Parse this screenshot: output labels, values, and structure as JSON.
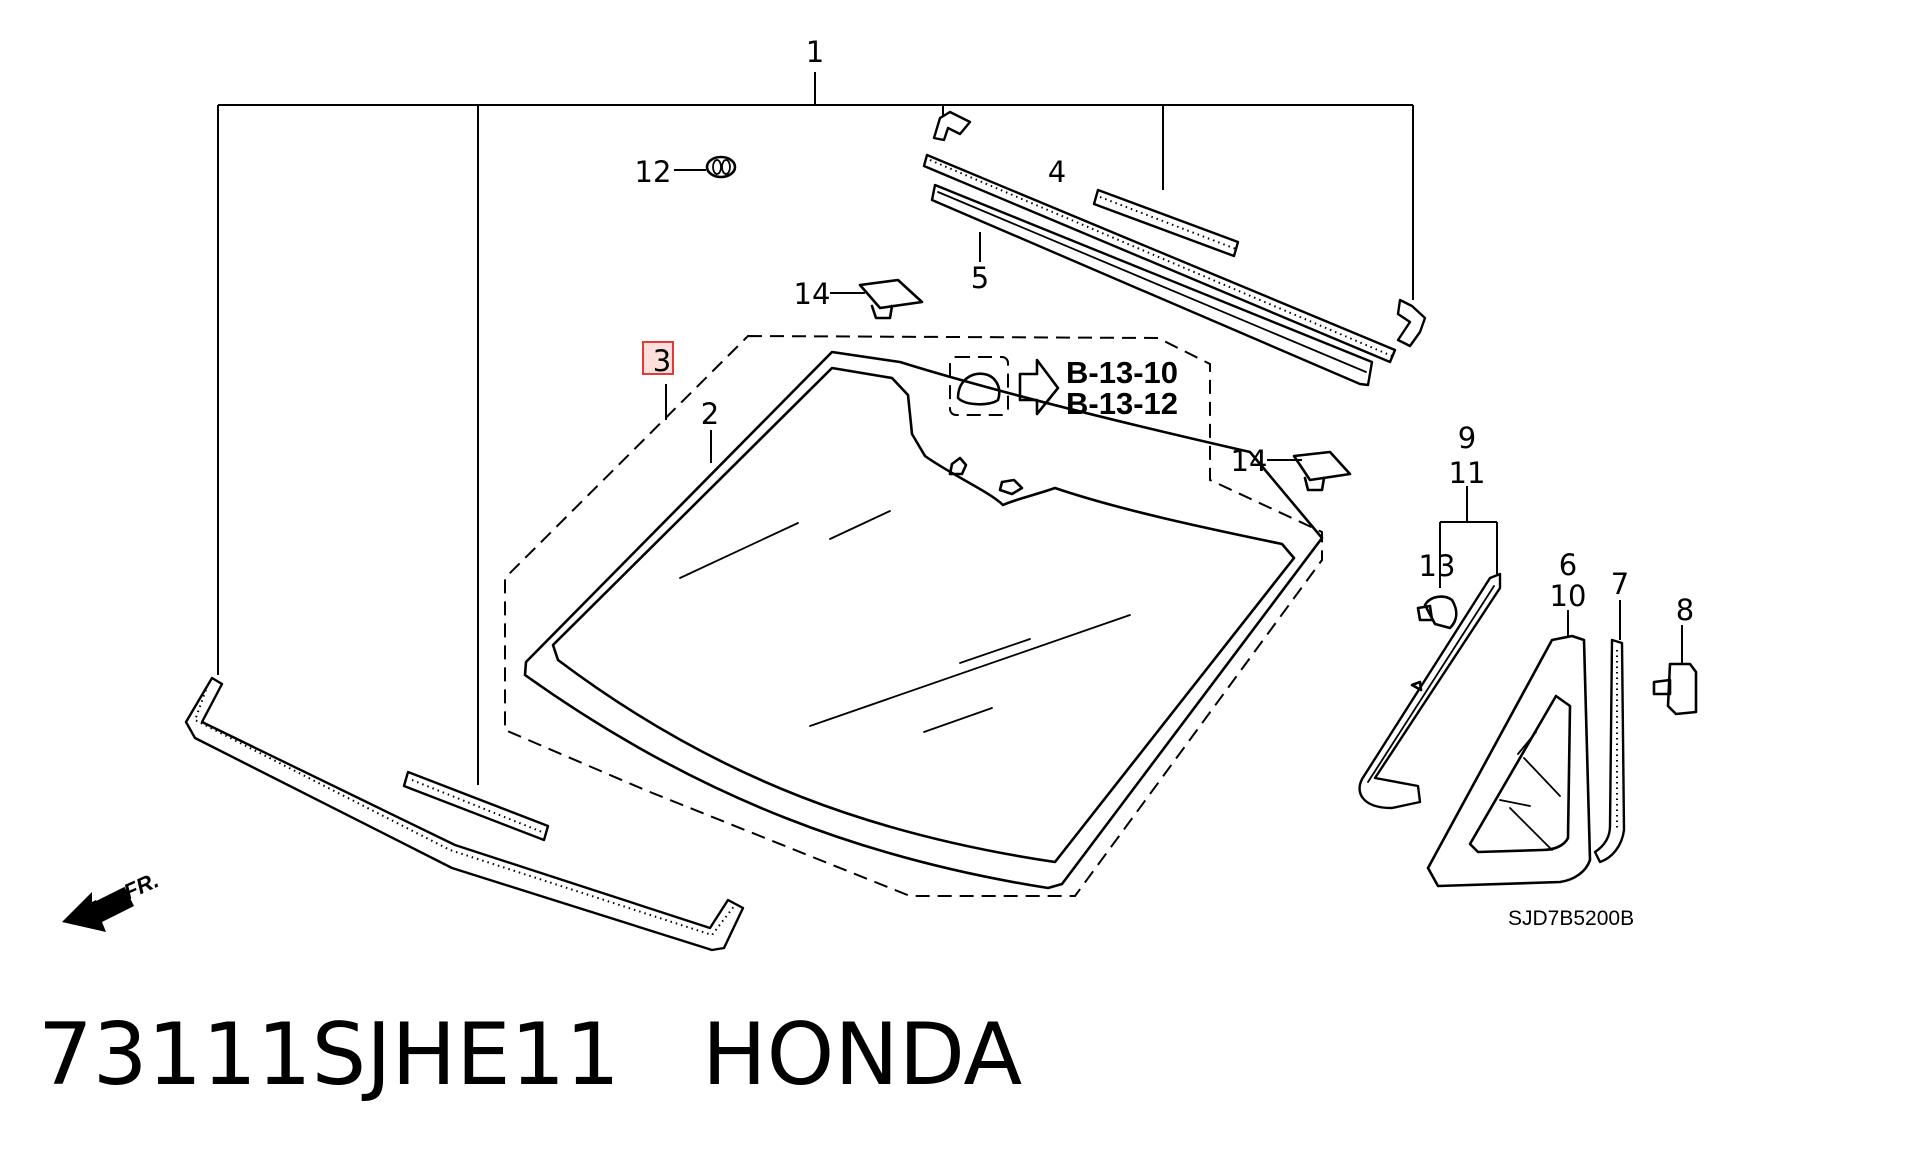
{
  "callouts": {
    "c1": "1",
    "c2": "2",
    "c3": "3",
    "c4": "4",
    "c5": "5",
    "c6": "6",
    "c7": "7",
    "c8": "8",
    "c9": "9",
    "c10": "10",
    "c11": "11",
    "c12": "12",
    "c13": "13",
    "c14a": "14",
    "c14b": "14"
  },
  "references": {
    "ref1": "B-13-10",
    "ref2": "B-13-12"
  },
  "direction_label": "FR.",
  "diagram_code": "SJD7B5200B",
  "caption": {
    "part_number": "73111SJHE11",
    "brand": "HONDA"
  },
  "highlight_color": "#e53935"
}
